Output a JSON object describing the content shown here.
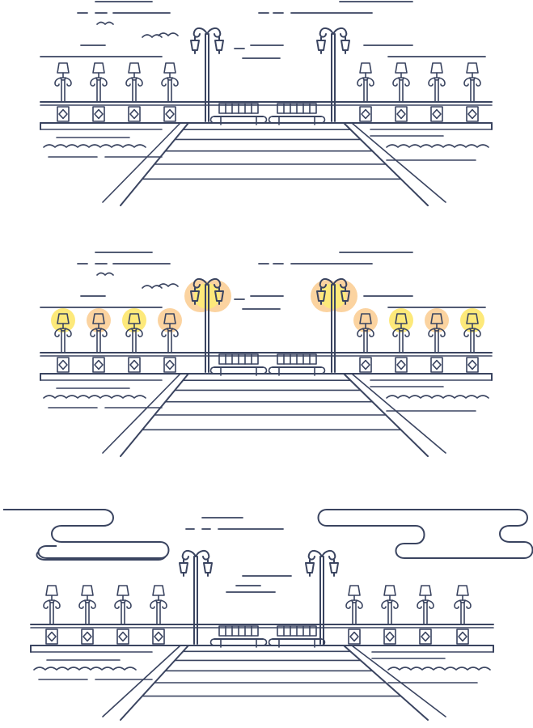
{
  "scenes": [
    {
      "id": "day",
      "caption": "",
      "lamps_lit": false,
      "clouds": false
    },
    {
      "id": "night",
      "caption": "",
      "lamps_lit": true,
      "clouds": false
    },
    {
      "id": "cloudy",
      "caption": "",
      "lamps_lit": false,
      "clouds": true
    }
  ],
  "colors": {
    "line": "#3a4460",
    "background": "#ffffff",
    "glow_yellow": "#fde97a",
    "glow_orange": "#fbd3a0"
  },
  "elements": {
    "small_lamps_per_side": 4,
    "street_lamps": 2,
    "benches": 2
  }
}
